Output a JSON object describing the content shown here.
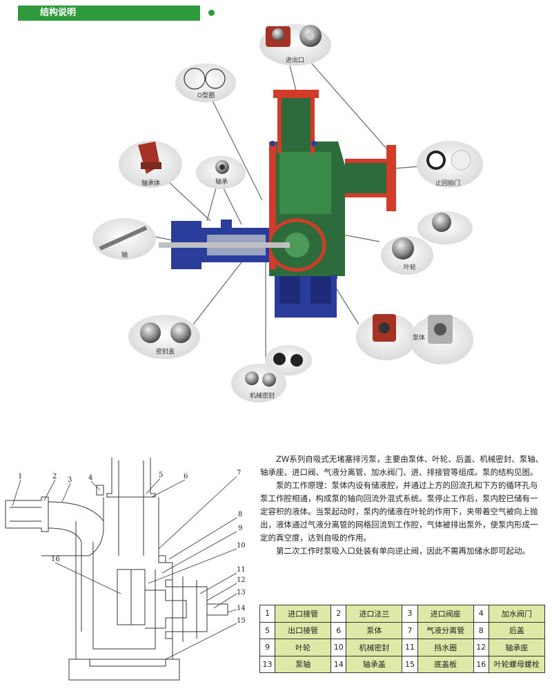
{
  "header": {
    "title": "结构说明"
  },
  "illustration": {
    "labels": {
      "inlet_outlet": "进出口",
      "o_ring": "O型圈",
      "bearing_seat": "轴承体",
      "bearing": "轴承",
      "shaft": "轴",
      "check_valve": "止回拍门",
      "impeller": "叶轮",
      "pump_body": "泵体",
      "seal_cover": "密封盖",
      "mech_seal": "机械密封"
    }
  },
  "section_numbers": [
    "1",
    "2",
    "3",
    "4",
    "5",
    "6",
    "7",
    "8",
    "9",
    "10",
    "11",
    "12",
    "13",
    "14",
    "15",
    "16"
  ],
  "description": {
    "p1": "ZW系列自吸式无堵塞排污泵，主要由泵体、叶轮、后盖、机械密封、泵轴、轴承座、进口阀、气液分离管、加水阀门、进、排接管等组成。泵的结构见图。",
    "p2": "泵的工作原理：泵体内设有储液腔，并通过上方的回流孔和下方的循环孔与泵工作腔相通，构成泵的轴向回流外混式系统。泵停止工作后，泵内腔已储有一定容积的液体。当泵起动时，泵内的储液在叶轮的作用下，夹带着空气被向上抛出，液体通过气液分离管的网格回流到工作腔，气体被排出泵外，使泵内形成一定的真空度，达到自吸的作用。",
    "p3": "第二次工作时泵吸入口处装有单向逆止阀，因此不需再加储水即可起动。"
  },
  "parts_table": [
    [
      {
        "num": "1",
        "name": "进口接管"
      },
      {
        "num": "2",
        "name": "进口法兰"
      },
      {
        "num": "3",
        "name": "进口阀座"
      },
      {
        "num": "4",
        "name": "加水阀门"
      }
    ],
    [
      {
        "num": "5",
        "name": "出口接管"
      },
      {
        "num": "6",
        "name": "泵体"
      },
      {
        "num": "7",
        "name": "气液分离管"
      },
      {
        "num": "8",
        "name": "后盖"
      }
    ],
    [
      {
        "num": "9",
        "name": "叶轮"
      },
      {
        "num": "10",
        "name": "机械密封"
      },
      {
        "num": "11",
        "name": "挡水圈"
      },
      {
        "num": "12",
        "name": "轴承座"
      }
    ],
    [
      {
        "num": "13",
        "name": "泵轴"
      },
      {
        "num": "14",
        "name": "轴承盖"
      },
      {
        "num": "15",
        "name": "底盖板"
      },
      {
        "num": "16",
        "name": "叶轮螺母螺栓"
      }
    ]
  ],
  "colors": {
    "brand_green": "#2e9a3c",
    "table_fill": "#dde9a6",
    "pump_red": "#d23a2a",
    "pump_green": "#2e6b3a",
    "pump_blue": "#2a3d9a"
  }
}
